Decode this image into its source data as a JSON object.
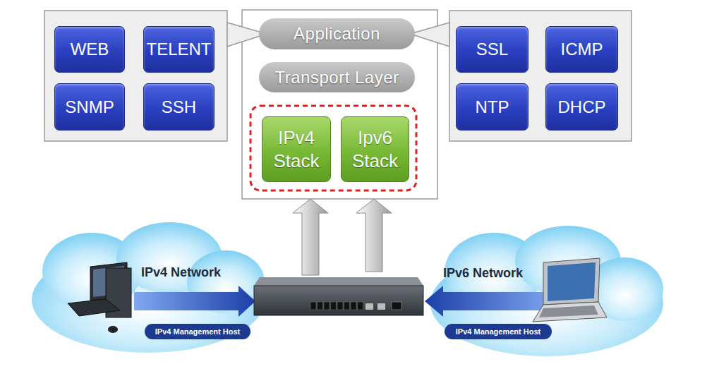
{
  "diagram": {
    "nodes": [
      {
        "text": [
          "WEB"
        ]
      },
      {
        "text": [
          "TELENT"
        ]
      },
      {
        "text": [
          "Application"
        ]
      },
      {
        "text": [
          "SSL"
        ]
      },
      {
        "text": [
          "ICMP"
        ]
      },
      {
        "text": [
          "SNMP"
        ]
      },
      {
        "text": [
          "SSH"
        ]
      },
      {
        "text": [
          "Transport Layer"
        ]
      },
      {
        "text": [
          "NTP"
        ]
      },
      {
        "text": [
          "DHCP"
        ]
      },
      {
        "text": [
          "IPv4 Stack"
        ]
      },
      {
        "text": [
          "Ipv6 Stack"
        ]
      },
      {
        "text": [
          "IPv4 Management Host"
        ]
      },
      {
        "text": [
          "IPv4 Management Host"
        ]
      }
    ],
    "labels": [
      "IPv4 Network",
      "IPv6 Network"
    ]
  }
}
